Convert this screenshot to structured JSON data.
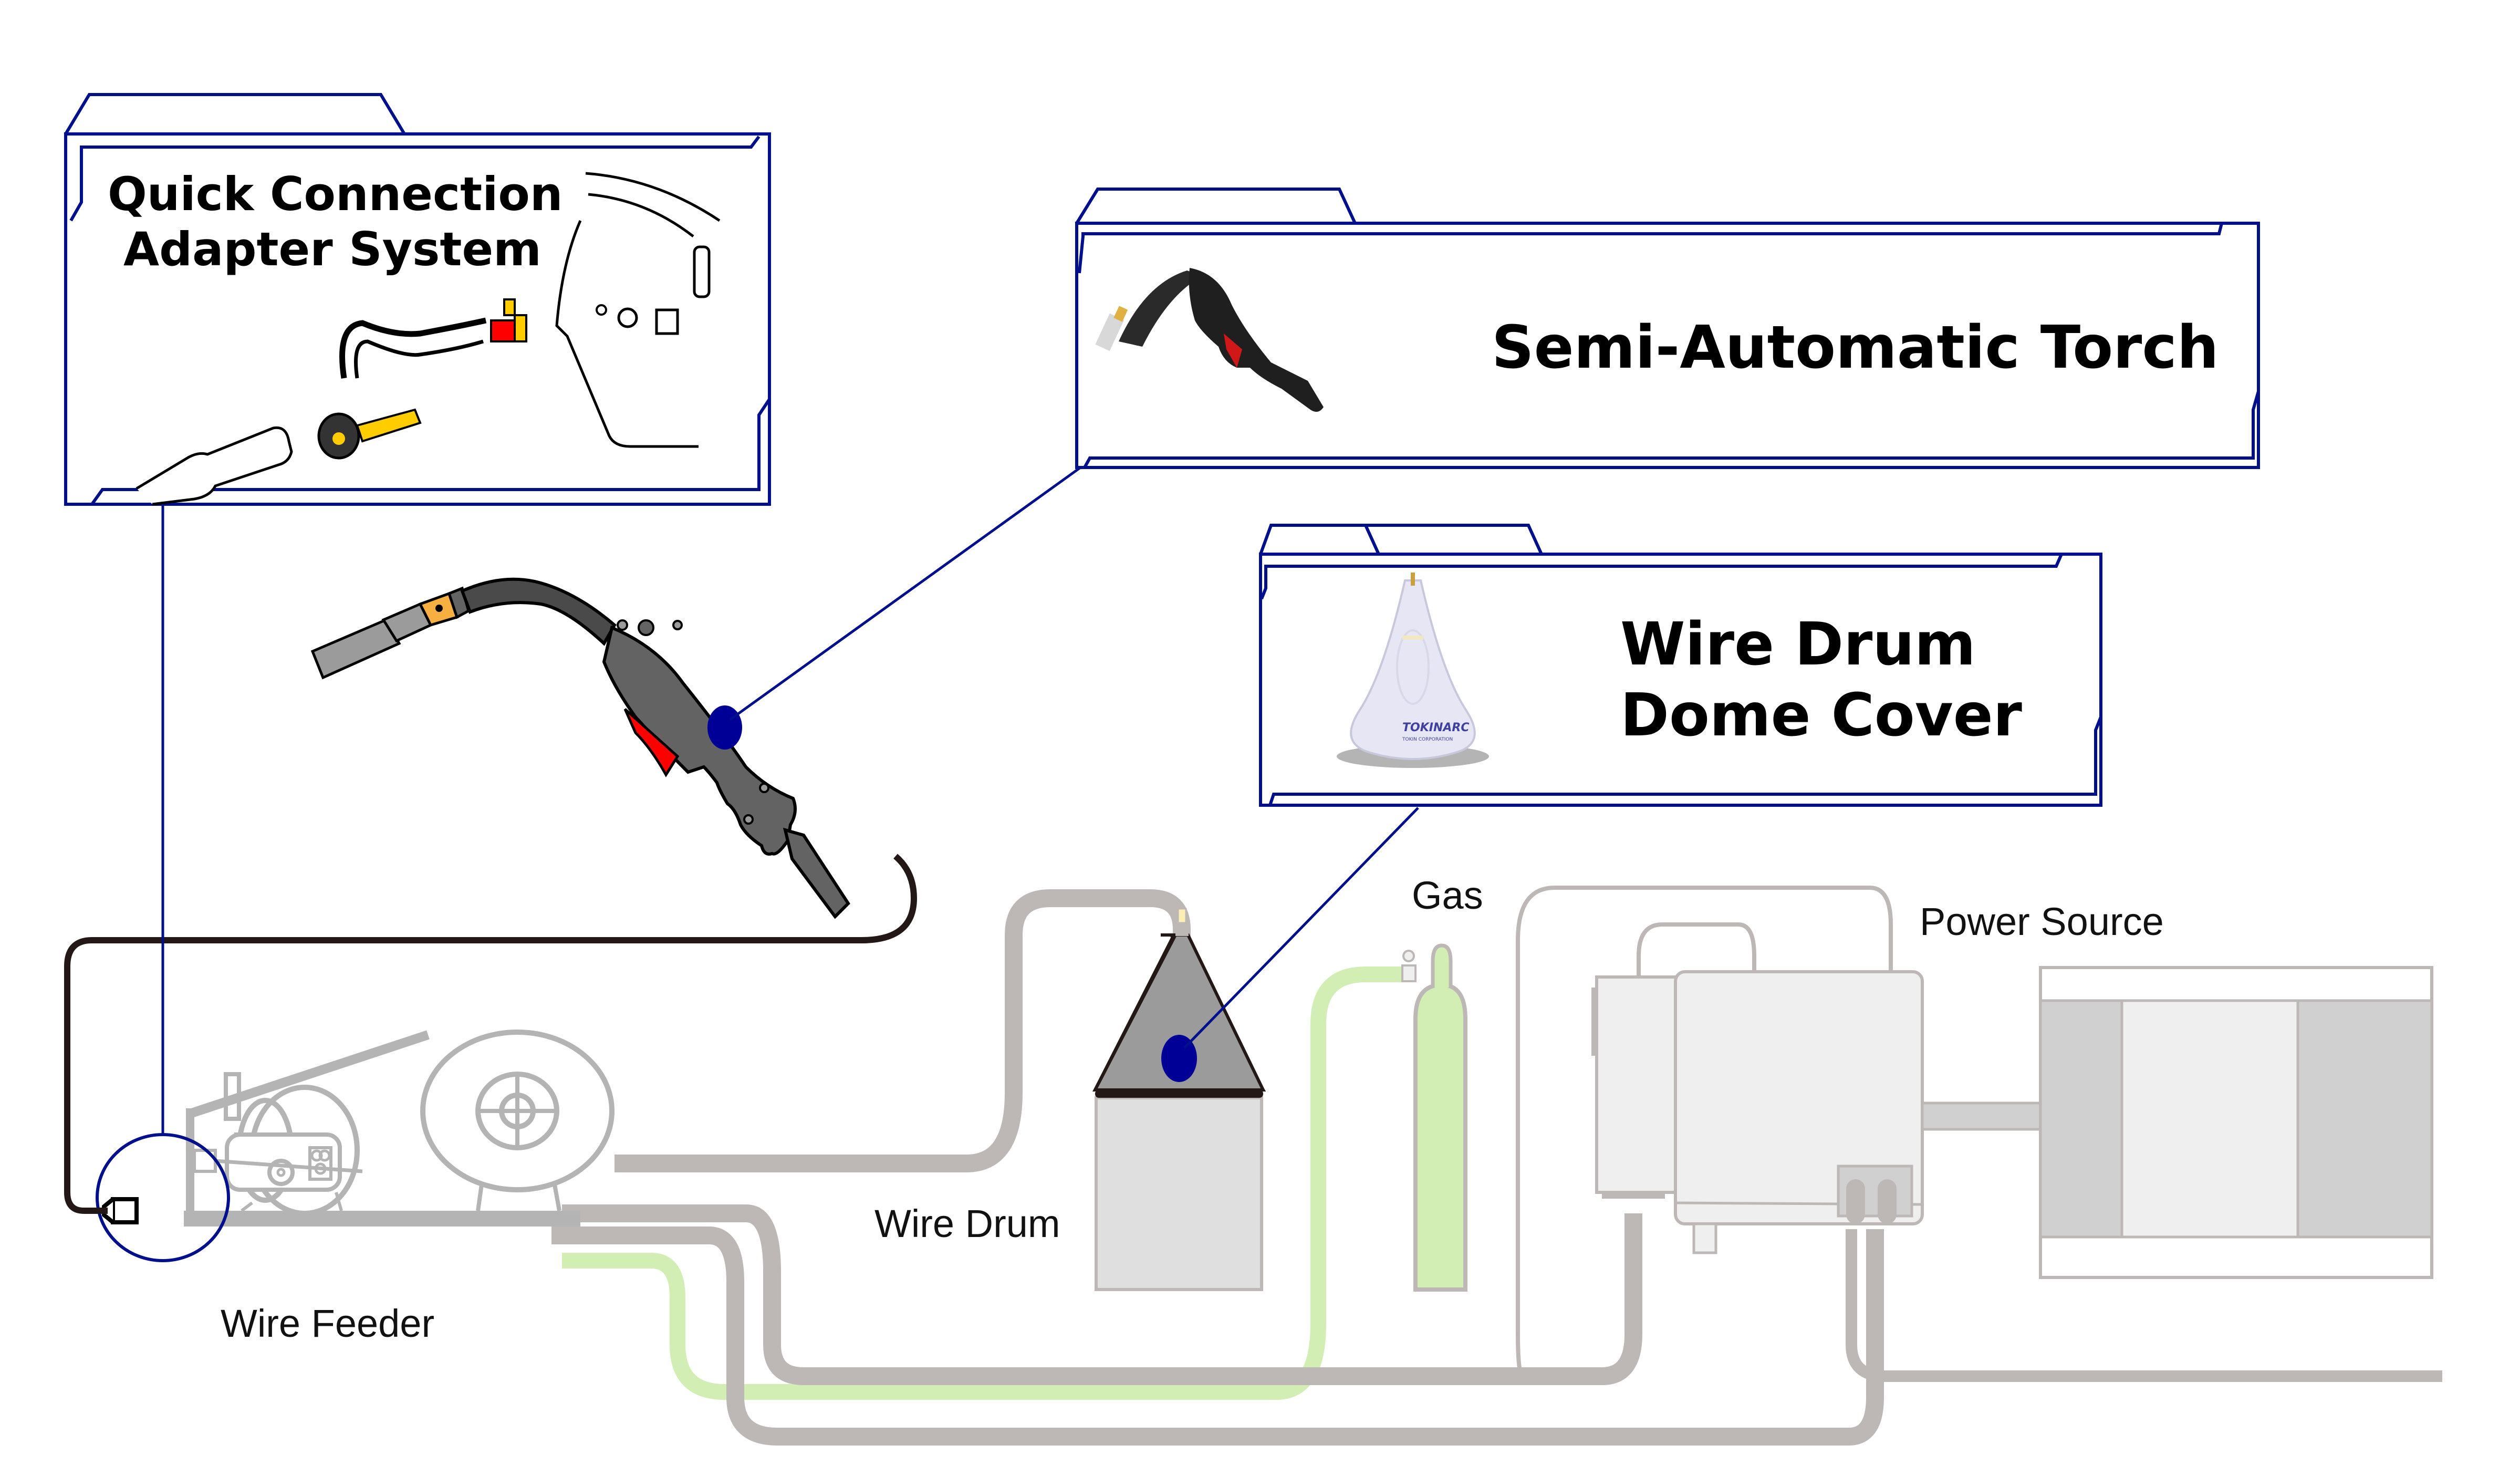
{
  "diagram": {
    "title": "Welding system configuration",
    "callouts": {
      "quick_connection": {
        "line1": "Quick Connection",
        "line2": "Adapter System"
      },
      "torch": {
        "line1": "Semi-Automatic Torch"
      },
      "dome_cover": {
        "line1": "Wire Drum",
        "line2": "Dome Cover",
        "brand": "TOKINARC",
        "brand_sub": "TOKIN CORPORATION"
      }
    },
    "labels": {
      "wire_feeder": "Wire Feeder",
      "wire_drum": "Wire Drum",
      "gas": "Gas",
      "power_source": "Power Source"
    },
    "colors": {
      "callout_frame": "#00108c",
      "marker": "#000096",
      "equipment_gray": "#b4b4b4",
      "cable_gray": "#bdb8b6",
      "gas_green": "#d3eeb4",
      "torch_body": "#636363",
      "torch_trigger": "#ff0000",
      "torch_cable": "#231815"
    }
  }
}
